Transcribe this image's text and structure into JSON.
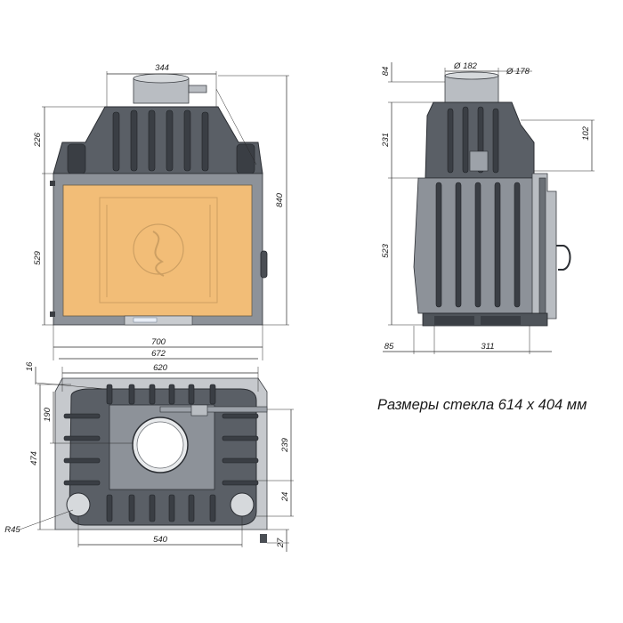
{
  "caption": "Размеры стекла 614 x 404 мм",
  "front_view": {
    "dims": {
      "top_flue_width": "344",
      "hood_height": "226",
      "total_height": "840",
      "door_height": "529",
      "outer_width": "700",
      "glass_frame_width": "672"
    }
  },
  "side_view": {
    "dims": {
      "flue_top": "84",
      "outer_diameter": "Ø 182",
      "inner_diameter": "Ø 178",
      "hood_height": "231",
      "side_offset": "102",
      "body_height": "523",
      "front_depth": "85",
      "rear_depth": "311"
    }
  },
  "top_view": {
    "dims": {
      "edge_offset": "16",
      "inner_width": "620",
      "flue_offset": "190",
      "total_depth": "474",
      "flue_to_rear": "239",
      "rear_gap": "24",
      "radius": "R45",
      "base_width": "540",
      "foot_depth": "27"
    }
  },
  "colors": {
    "glass": "#f2bd77",
    "cast_iron": "#5a5f66",
    "frame": "#8d9299"
  }
}
